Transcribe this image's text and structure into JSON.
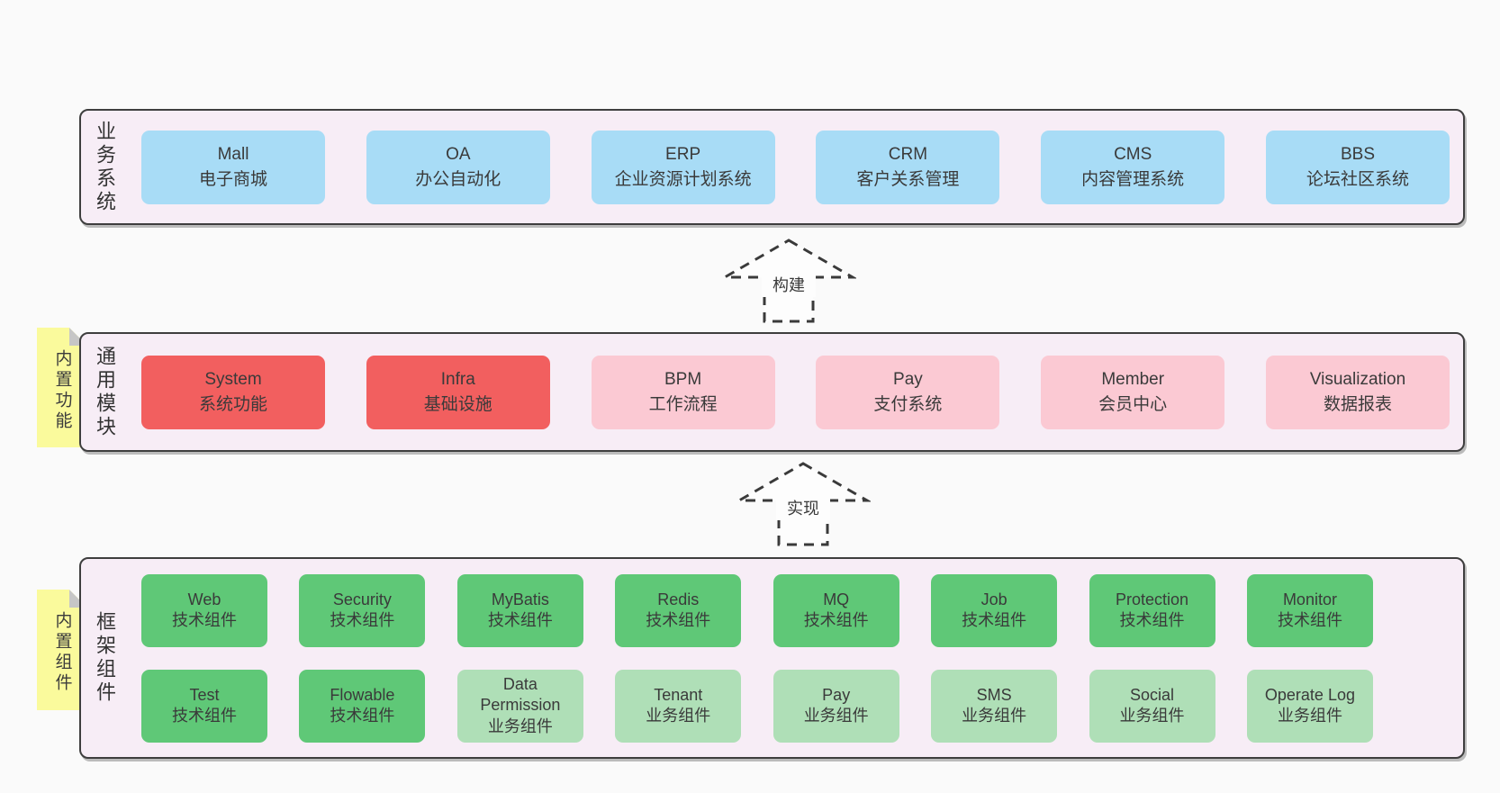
{
  "colors": {
    "page_bg": "#fafafa",
    "panel_bg": "#f7edf6",
    "panel_border": "#3e3e3e",
    "box_blue": "#a8dcf6",
    "box_red": "#f25f5f",
    "box_pink": "#fbc9d3",
    "box_green": "#5fc877",
    "box_green_light": "#afdfb7",
    "note_yellow": "#fafa9c",
    "note_fold_gray": "#c6c6c6",
    "text": "#3a3a3a"
  },
  "business": {
    "label": "业务系统",
    "boxes": [
      {
        "name": "Mall",
        "subtitle": "电子商城"
      },
      {
        "name": "OA",
        "subtitle": "办公自动化"
      },
      {
        "name": "ERP",
        "subtitle": "企业资源计划系统"
      },
      {
        "name": "CRM",
        "subtitle": "客户关系管理"
      },
      {
        "name": "CMS",
        "subtitle": "内容管理系统"
      },
      {
        "name": "BBS",
        "subtitle": "论坛社区系统"
      }
    ]
  },
  "arrows": {
    "build": "构建",
    "implement": "实现"
  },
  "modules": {
    "label": "通用模块",
    "note": "内置功能",
    "boxes": [
      {
        "name": "System",
        "subtitle": "系统功能"
      },
      {
        "name": "Infra",
        "subtitle": "基础设施"
      },
      {
        "name": "BPM",
        "subtitle": "工作流程"
      },
      {
        "name": "Pay",
        "subtitle": "支付系统"
      },
      {
        "name": "Member",
        "subtitle": "会员中心"
      },
      {
        "name": "Visualization",
        "subtitle": "数据报表"
      }
    ]
  },
  "framework": {
    "label": "框架组件",
    "note": "内置组件",
    "row1": [
      {
        "name": "Web",
        "subtitle": "技术组件"
      },
      {
        "name": "Security",
        "subtitle": "技术组件"
      },
      {
        "name": "MyBatis",
        "subtitle": "技术组件"
      },
      {
        "name": "Redis",
        "subtitle": "技术组件"
      },
      {
        "name": "MQ",
        "subtitle": "技术组件"
      },
      {
        "name": "Job",
        "subtitle": "技术组件"
      },
      {
        "name": "Protection",
        "subtitle": "技术组件"
      },
      {
        "name": "Monitor",
        "subtitle": "技术组件"
      }
    ],
    "row2": [
      {
        "name": "Test",
        "subtitle": "技术组件"
      },
      {
        "name": "Flowable",
        "subtitle": "技术组件"
      },
      {
        "name": "Data Permission",
        "subtitle": "业务组件"
      },
      {
        "name": "Tenant",
        "subtitle": "业务组件"
      },
      {
        "name": "Pay",
        "subtitle": "业务组件"
      },
      {
        "name": "SMS",
        "subtitle": "业务组件"
      },
      {
        "name": "Social",
        "subtitle": "业务组件"
      },
      {
        "name": "Operate Log",
        "subtitle": "业务组件"
      }
    ]
  }
}
